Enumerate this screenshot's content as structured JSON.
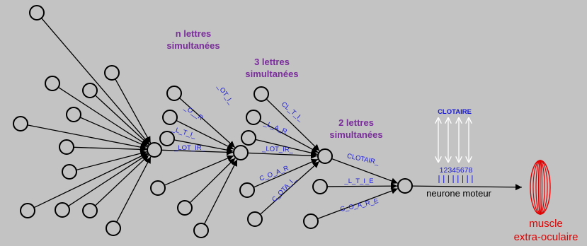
{
  "labels": {
    "group_n_line1": "n lettres",
    "group_n_line2": "simultanées",
    "group_3_line1": "3 lettres",
    "group_3_line2": "simultanées",
    "group_2_line1": "2 lettres",
    "group_2_line2": "simultanées",
    "word": "CLOTAIRE",
    "positions": "12345678",
    "motor_neuron": "neurone moteur",
    "muscle_line1": "muscle",
    "muscle_line2": "extra-oculaire"
  },
  "edge_labels": {
    "e1": "_LOT_IR_",
    "e2": "_L_T_I_",
    "e3": "_O__R",
    "e4": "_OT_I_",
    "e5": "_LOT_IR_",
    "e6": "_L_A_R",
    "e7": "CL_T_I_",
    "e8": "C_O_A_R",
    "e9": "C_OTA_I_",
    "e10": "CLOTAIR_",
    "e11": "_L_T_I_E",
    "e12": "C_O_A_R_E"
  },
  "colors": {
    "background": "#c3c3c3",
    "group_labels": "#7a2d9b",
    "letter_labels": "#1a1ad6",
    "muscle": "#e00000"
  }
}
